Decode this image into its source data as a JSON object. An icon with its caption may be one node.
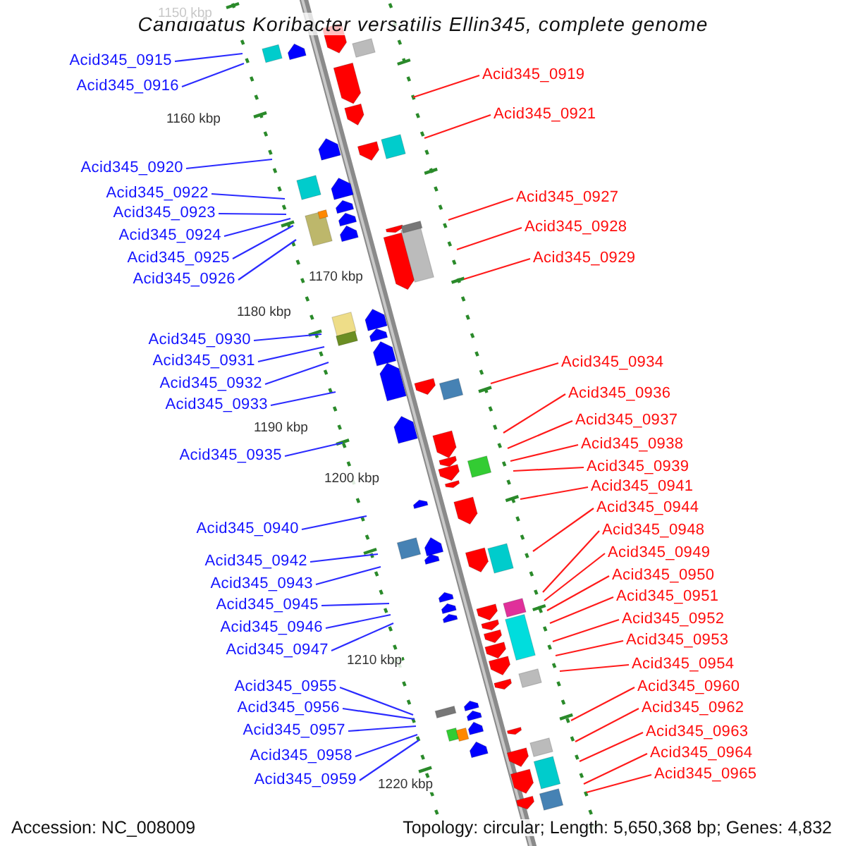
{
  "diagram": {
    "title": "Candidatus Koribacter versatilis Ellin345, complete genome",
    "nodes": [
      {
        "text": [
          "Acid345_0915"
        ]
      },
      {
        "text": [
          "Acid345_0916"
        ]
      },
      {
        "text": [
          "Acid345_0920"
        ]
      },
      {
        "text": [
          "Acid345_0922"
        ]
      },
      {
        "text": [
          "Acid345_0923"
        ]
      },
      {
        "text": [
          "Acid345_0924"
        ]
      },
      {
        "text": [
          "Acid345_0925"
        ]
      },
      {
        "text": [
          "Acid345_0926"
        ]
      },
      {
        "text": [
          "Acid345_0930"
        ]
      },
      {
        "text": [
          "Acid345_0931"
        ]
      },
      {
        "text": [
          "Acid345_0932"
        ]
      },
      {
        "text": [
          "Acid345_0933"
        ]
      },
      {
        "text": [
          "Acid345_0935"
        ]
      },
      {
        "text": [
          "Acid345_0940"
        ]
      },
      {
        "text": [
          "Acid345_0942"
        ]
      },
      {
        "text": [
          "Acid345_0943"
        ]
      },
      {
        "text": [
          "Acid345_0945"
        ]
      },
      {
        "text": [
          "Acid345_0946"
        ]
      },
      {
        "text": [
          "Acid345_0947"
        ]
      },
      {
        "text": [
          "Acid345_0955"
        ]
      },
      {
        "text": [
          "Acid345_0956"
        ]
      },
      {
        "text": [
          "Acid345_0957"
        ]
      },
      {
        "text": [
          "Acid345_0958"
        ]
      },
      {
        "text": [
          "Acid345_0959"
        ]
      },
      {
        "text": [
          "Acid345_0919"
        ]
      },
      {
        "text": [
          "Acid345_0921"
        ]
      },
      {
        "text": [
          "Acid345_0927"
        ]
      },
      {
        "text": [
          "Acid345_0928"
        ]
      },
      {
        "text": [
          "Acid345_0929"
        ]
      },
      {
        "text": [
          "Acid345_0934"
        ]
      },
      {
        "text": [
          "Acid345_0936"
        ]
      },
      {
        "text": [
          "Acid345_0937"
        ]
      },
      {
        "text": [
          "Acid345_0938"
        ]
      },
      {
        "text": [
          "Acid345_0939"
        ]
      },
      {
        "text": [
          "Acid345_0941"
        ]
      },
      {
        "text": [
          "Acid345_0944"
        ]
      },
      {
        "text": [
          "Acid345_0948"
        ]
      },
      {
        "text": [
          "Acid345_0949"
        ]
      },
      {
        "text": [
          "Acid345_0950"
        ]
      },
      {
        "text": [
          "Acid345_0951"
        ]
      },
      {
        "text": [
          "Acid345_0952"
        ]
      },
      {
        "text": [
          "Acid345_0953"
        ]
      },
      {
        "text": [
          "Acid345_0954"
        ]
      },
      {
        "text": [
          "Acid345_0960"
        ]
      },
      {
        "text": [
          "Acid345_0962"
        ]
      },
      {
        "text": [
          "Acid345_0963"
        ]
      },
      {
        "text": [
          "Acid345_0964"
        ]
      },
      {
        "text": [
          "Acid345_0965"
        ]
      }
    ],
    "edges": [
      {
        "from": 0,
        "to": null,
        "arrow": "none",
        "color": "#2b2bff"
      },
      {
        "from": 1,
        "to": null,
        "arrow": "none",
        "color": "#2b2bff"
      },
      {
        "from": 2,
        "to": null,
        "arrow": "none",
        "color": "#2b2bff"
      },
      {
        "from": 3,
        "to": null,
        "arrow": "none",
        "color": "#2b2bff"
      },
      {
        "from": 4,
        "to": null,
        "arrow": "none",
        "color": "#2b2bff"
      },
      {
        "from": 5,
        "to": null,
        "arrow": "none",
        "color": "#2b2bff"
      },
      {
        "from": 6,
        "to": null,
        "arrow": "none",
        "color": "#2b2bff"
      },
      {
        "from": 7,
        "to": null,
        "arrow": "none",
        "color": "#2b2bff"
      },
      {
        "from": 8,
        "to": null,
        "arrow": "none",
        "color": "#2b2bff"
      },
      {
        "from": 9,
        "to": null,
        "arrow": "none",
        "color": "#2b2bff"
      },
      {
        "from": 10,
        "to": null,
        "arrow": "none",
        "color": "#2b2bff"
      },
      {
        "from": 11,
        "to": null,
        "arrow": "none",
        "color": "#2b2bff"
      },
      {
        "from": 12,
        "to": null,
        "arrow": "none",
        "color": "#2b2bff"
      },
      {
        "from": 13,
        "to": null,
        "arrow": "none",
        "color": "#2b2bff"
      },
      {
        "from": 14,
        "to": null,
        "arrow": "none",
        "color": "#2b2bff"
      },
      {
        "from": 15,
        "to": null,
        "arrow": "none",
        "color": "#2b2bff"
      },
      {
        "from": 16,
        "to": null,
        "arrow": "none",
        "color": "#2b2bff"
      },
      {
        "from": 17,
        "to": null,
        "arrow": "none",
        "color": "#2b2bff"
      },
      {
        "from": 18,
        "to": null,
        "arrow": "none",
        "color": "#2b2bff"
      },
      {
        "from": 19,
        "to": null,
        "arrow": "none",
        "color": "#2b2bff"
      },
      {
        "from": 20,
        "to": null,
        "arrow": "none",
        "color": "#2b2bff"
      },
      {
        "from": 21,
        "to": null,
        "arrow": "none",
        "color": "#2b2bff"
      },
      {
        "from": 22,
        "to": null,
        "arrow": "none",
        "color": "#2b2bff"
      },
      {
        "from": 23,
        "to": null,
        "arrow": "none",
        "color": "#2b2bff"
      },
      {
        "from": 24,
        "to": null,
        "arrow": "none",
        "color": "#ff1a1a"
      },
      {
        "from": 25,
        "to": null,
        "arrow": "none",
        "color": "#ff1a1a"
      },
      {
        "from": 26,
        "to": null,
        "arrow": "none",
        "color": "#ff1a1a"
      },
      {
        "from": 27,
        "to": null,
        "arrow": "none",
        "color": "#ff1a1a"
      },
      {
        "from": 28,
        "to": null,
        "arrow": "none",
        "color": "#ff1a1a"
      },
      {
        "from": 29,
        "to": null,
        "arrow": "none",
        "color": "#ff1a1a"
      },
      {
        "from": 30,
        "to": null,
        "arrow": "none",
        "color": "#ff1a1a"
      },
      {
        "from": 31,
        "to": null,
        "arrow": "none",
        "color": "#ff1a1a"
      },
      {
        "from": 32,
        "to": null,
        "arrow": "none",
        "color": "#ff1a1a"
      },
      {
        "from": 33,
        "to": null,
        "arrow": "none",
        "color": "#ff1a1a"
      },
      {
        "from": 34,
        "to": null,
        "arrow": "none",
        "color": "#ff1a1a"
      },
      {
        "from": 35,
        "to": null,
        "arrow": "none",
        "color": "#ff1a1a"
      },
      {
        "from": 36,
        "to": null,
        "arrow": "none",
        "color": "#ff1a1a"
      },
      {
        "from": 37,
        "to": null,
        "arrow": "none",
        "color": "#ff1a1a"
      },
      {
        "from": 38,
        "to": null,
        "arrow": "none",
        "color": "#ff1a1a"
      },
      {
        "from": 39,
        "to": null,
        "arrow": "none",
        "color": "#ff1a1a"
      },
      {
        "from": 40,
        "to": null,
        "arrow": "none",
        "color": "#ff1a1a"
      },
      {
        "from": 41,
        "to": null,
        "arrow": "none",
        "color": "#ff1a1a"
      },
      {
        "from": 42,
        "to": null,
        "arrow": "none",
        "color": "#ff1a1a"
      },
      {
        "from": 43,
        "to": null,
        "arrow": "none",
        "color": "#ff1a1a"
      },
      {
        "from": 44,
        "to": null,
        "arrow": "none",
        "color": "#ff1a1a"
      },
      {
        "from": 45,
        "to": null,
        "arrow": "none",
        "color": "#ff1a1a"
      },
      {
        "from": 46,
        "to": null,
        "arrow": "none",
        "color": "#ff1a1a"
      },
      {
        "from": 47,
        "to": null,
        "arrow": "none",
        "color": "#ff1a1a"
      }
    ],
    "labels": [
      "1150 kbp",
      "1160 kbp",
      "1170 kbp",
      "1180 kbp",
      "1190 kbp",
      "1200 kbp",
      "1210 kbp",
      "1220 kbp",
      "Accession: NC_008009",
      "Topology: circular; Length: 5,650,368 bp; Genes: 4,832"
    ]
  }
}
